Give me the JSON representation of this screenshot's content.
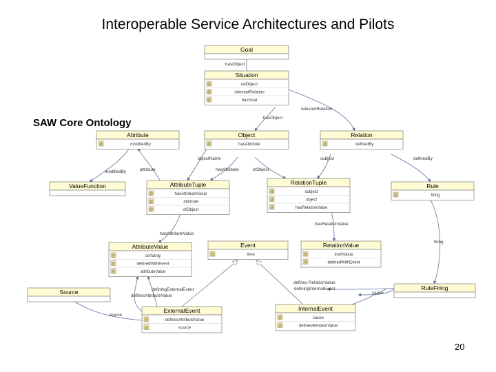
{
  "slide": {
    "title": "Interoperable Service Architectures and Pilots",
    "subtitle": "SAW Core Ontology",
    "page_number": "20"
  },
  "classes": [
    {
      "id": "goal",
      "name": "Goal",
      "attributes": []
    },
    {
      "id": "situation",
      "name": "Situation",
      "attributes": [
        "relObject",
        "relevantRelation",
        "hasGoal"
      ]
    },
    {
      "id": "attribute",
      "name": "Attribute",
      "attributes": [
        "modifiedBy"
      ]
    },
    {
      "id": "object",
      "name": "Object",
      "attributes": [
        "hasAttribute"
      ]
    },
    {
      "id": "relation",
      "name": "Relation",
      "attributes": [
        "definedBy"
      ]
    },
    {
      "id": "value_function",
      "name": "ValueFunction",
      "attributes": []
    },
    {
      "id": "attribute_tuple",
      "name": "AttributeTuple",
      "attributes": [
        "hasAttributeValue",
        "attribute",
        "ofObject"
      ]
    },
    {
      "id": "relation_tuple",
      "name": "RelationTuple",
      "attributes": [
        "subject",
        "object",
        "hasRelationValue"
      ]
    },
    {
      "id": "rule",
      "name": "Rule",
      "attributes": [
        "firing"
      ]
    },
    {
      "id": "attribute_value",
      "name": "AttributeValue",
      "attributes": [
        "certainty",
        "definedWithEvent",
        "attributeValue"
      ]
    },
    {
      "id": "event",
      "name": "Event",
      "attributes": [
        "time"
      ]
    },
    {
      "id": "relation_value",
      "name": "RelationValue",
      "attributes": [
        "truthValue",
        "definedWithEvent"
      ]
    },
    {
      "id": "source",
      "name": "Source",
      "attributes": []
    },
    {
      "id": "rule_firing",
      "name": "RuleFiring",
      "attributes": []
    },
    {
      "id": "external_event",
      "name": "ExternalEvent",
      "attributes": [
        "definesAttributeValue",
        "source"
      ]
    },
    {
      "id": "internal_event",
      "name": "InternalEvent",
      "attributes": [
        "cause",
        "definesRelationValue"
      ]
    }
  ],
  "relations": [
    {
      "label": "hasObject"
    },
    {
      "label": "relevantRelation"
    },
    {
      "label": "hasObject"
    },
    {
      "label": "objectName"
    },
    {
      "label": "hasAttribute"
    },
    {
      "label": "ofObject"
    },
    {
      "label": "subject"
    },
    {
      "label": "definedBy"
    },
    {
      "label": "modifiedBy"
    },
    {
      "label": "attribute"
    },
    {
      "label": "hasAttributeValue"
    },
    {
      "label": "hasRelationValue"
    },
    {
      "label": "firing"
    },
    {
      "label": "defines RelationValue"
    },
    {
      "label": "definingInternalEvent"
    },
    {
      "label": "cause"
    },
    {
      "label": "definingExternalEvent"
    },
    {
      "label": "definesAttributeValue"
    },
    {
      "label": "source"
    }
  ],
  "attr_marker": "@",
  "colors": {
    "class_header": "#fffbd2",
    "relation": "#6070a0",
    "generalization": "#777777"
  }
}
